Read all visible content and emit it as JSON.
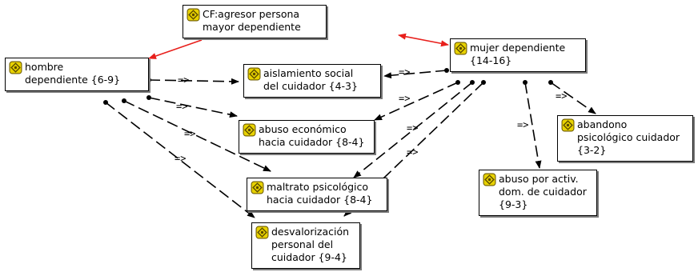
{
  "nodes": {
    "cf": {
      "text": "CF:agresor persona\nmayor dependiente"
    },
    "hombre": {
      "text": "hombre\ndependiente {6-9}"
    },
    "mujer": {
      "text": "mujer dependiente\n{14-16}"
    },
    "aislamiento": {
      "text": "aislamiento social\ndel cuidador {4-3}"
    },
    "abuso_economico": {
      "text": "abuso económico\nhacia cuidador {8-4}"
    },
    "maltrato": {
      "text": "maltrato psicológico\nhacia cuidador {8-4}"
    },
    "desvalorizacion": {
      "text": "desvalorización\npersonal del\ncuidador {9-4}"
    },
    "abandono": {
      "text": "abandono\npsicológico cuidador\n{3-2}"
    },
    "abuso_activ": {
      "text": "abuso por activ.\ndom. de cuidador\n{9-3}"
    }
  },
  "relation_label": "=>",
  "colors": {
    "association_link": "#e8201c",
    "causal_link": "#000000",
    "node_icon": "#e8d200"
  }
}
